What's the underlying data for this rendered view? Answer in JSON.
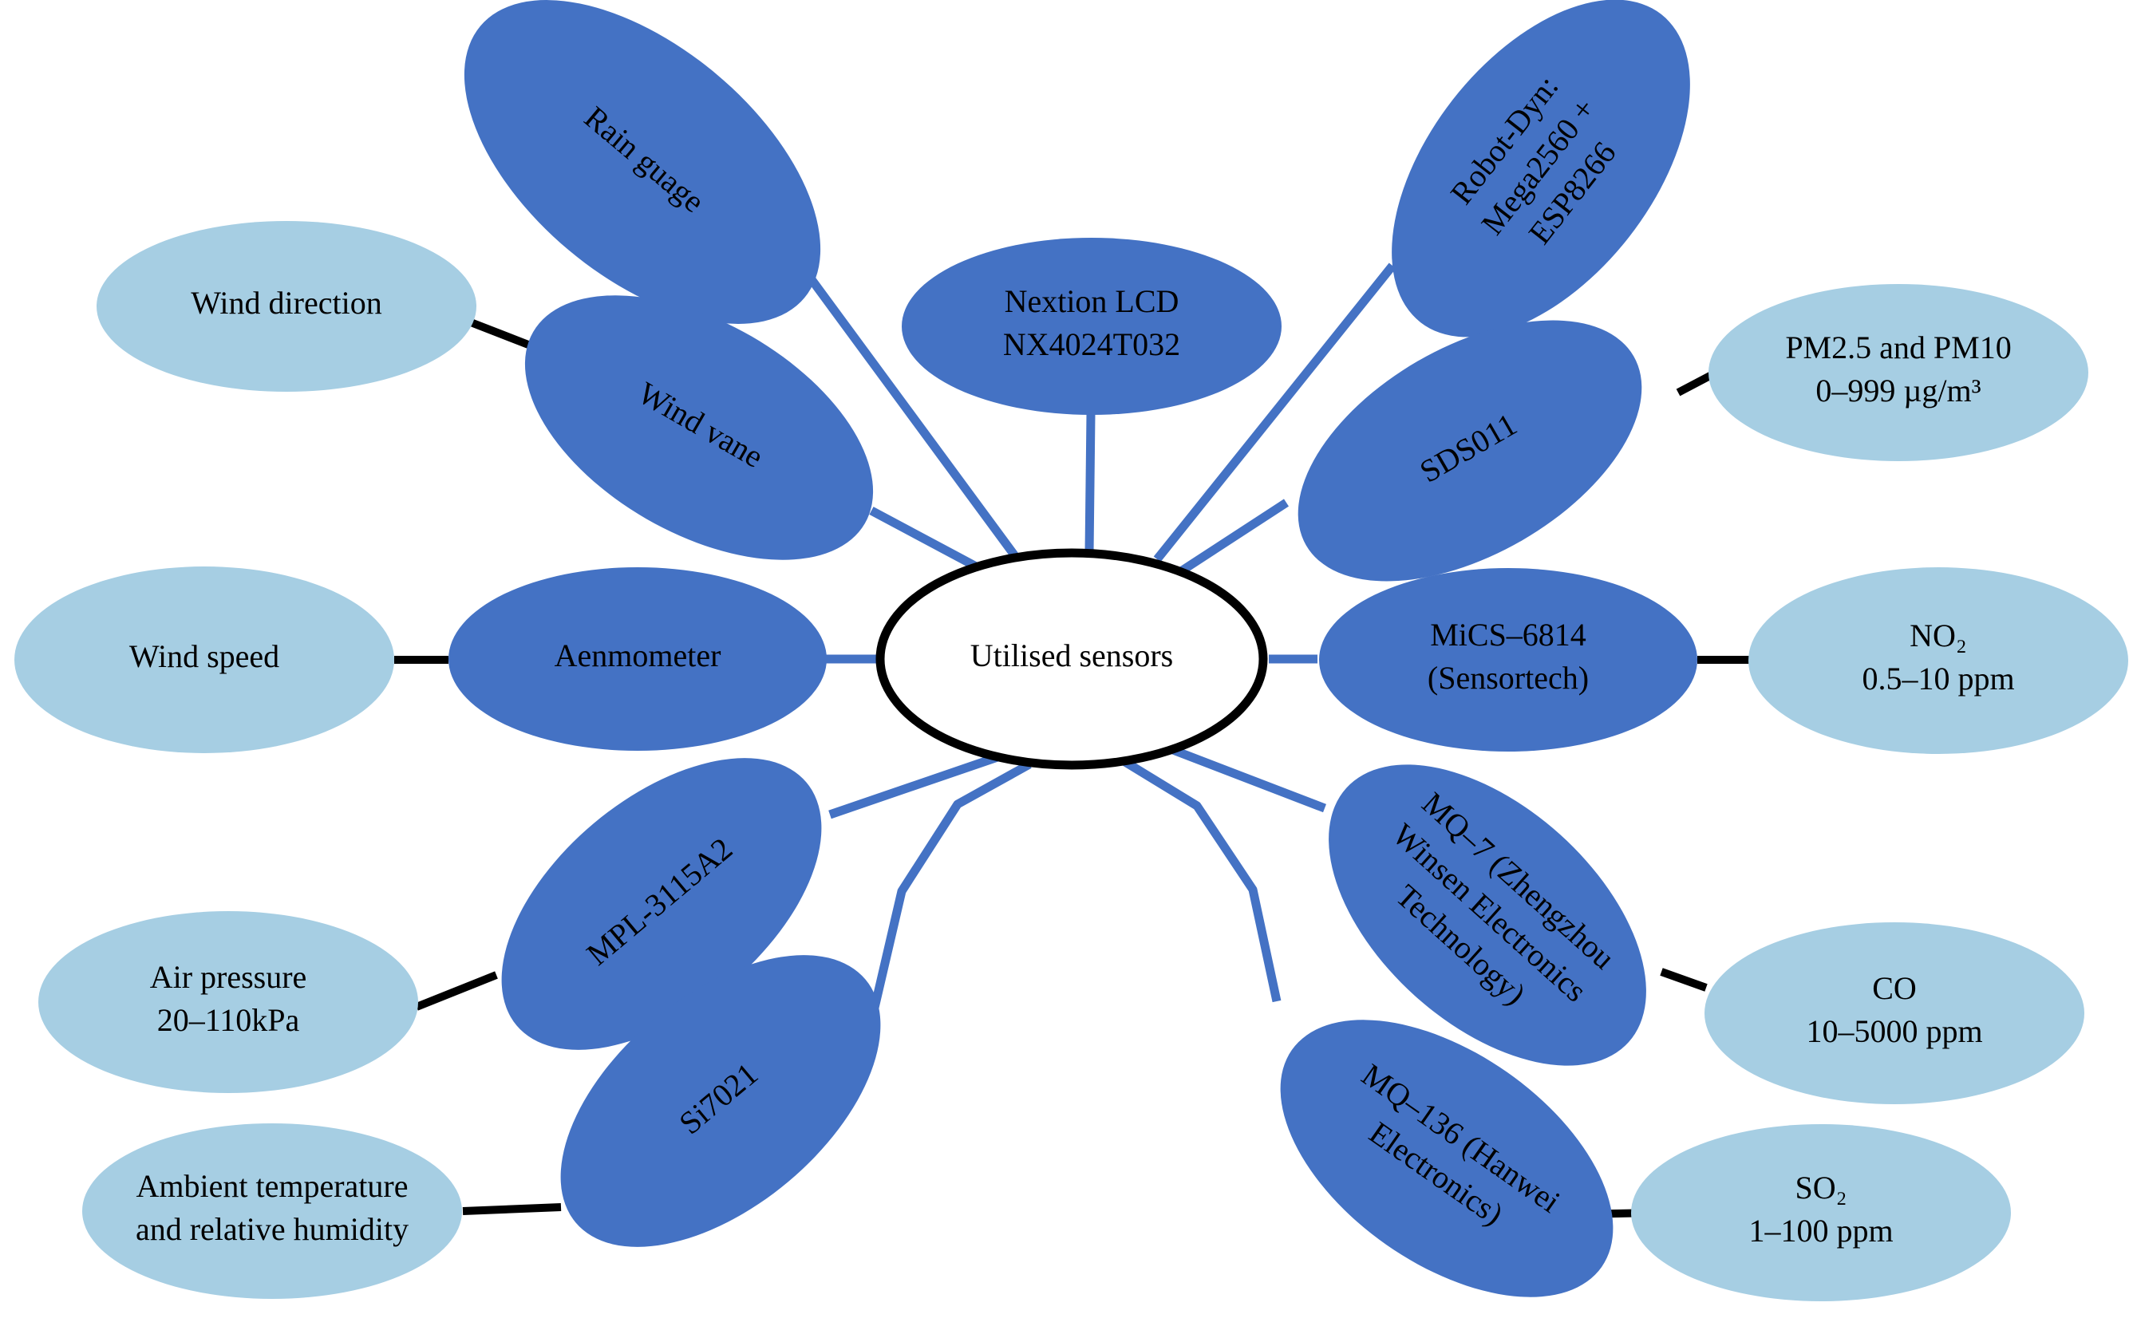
{
  "diagram": {
    "center": {
      "lines": [
        "Utilised sensors"
      ]
    },
    "nodes": [
      {
        "id": "rain-gauge",
        "kind": "sensor",
        "lines": [
          "Rain guage"
        ]
      },
      {
        "id": "nextion-lcd",
        "kind": "sensor",
        "lines": [
          "Nextion LCD",
          "NX4024T032"
        ]
      },
      {
        "id": "robot-dyn",
        "kind": "sensor",
        "lines": [
          "Robot-Dyn:",
          "Mega2560 +",
          "ESP8266"
        ]
      },
      {
        "id": "wind-vane",
        "kind": "sensor",
        "lines": [
          "Wind vane"
        ]
      },
      {
        "id": "sds011",
        "kind": "sensor",
        "lines": [
          "SDS011"
        ]
      },
      {
        "id": "aenmometer",
        "kind": "sensor",
        "lines": [
          "Aenmometer"
        ]
      },
      {
        "id": "mics-6814",
        "kind": "sensor",
        "lines": [
          "MiCS–6814",
          "(Sensortech)"
        ]
      },
      {
        "id": "mpl-3115a2",
        "kind": "sensor",
        "lines": [
          "MPL-3115A2"
        ]
      },
      {
        "id": "mq-7",
        "kind": "sensor",
        "lines": [
          "MQ–7 (Zhengzhou",
          "Winsen Electronics",
          "Technology)"
        ]
      },
      {
        "id": "si7021",
        "kind": "sensor",
        "lines": [
          "Si7021"
        ]
      },
      {
        "id": "mq-136",
        "kind": "sensor",
        "lines": [
          "MQ–136 (Hanwei",
          "Electronics)"
        ]
      },
      {
        "id": "wind-direction",
        "kind": "measurement",
        "lines": [
          "Wind direction"
        ]
      },
      {
        "id": "pm",
        "kind": "measurement",
        "lines": [
          "PM2.5 and PM10",
          "0–999 µg/m³"
        ]
      },
      {
        "id": "wind-speed",
        "kind": "measurement",
        "lines": [
          "Wind speed"
        ]
      },
      {
        "id": "no2",
        "kind": "measurement",
        "lines": [
          "NO₂",
          "0.5–10 ppm"
        ]
      },
      {
        "id": "air-pressure",
        "kind": "measurement",
        "lines": [
          "Air pressure",
          "20–110kPa"
        ]
      },
      {
        "id": "co",
        "kind": "measurement",
        "lines": [
          "CO",
          "10–5000 ppm"
        ]
      },
      {
        "id": "temp-humidity",
        "kind": "measurement",
        "lines": [
          "Ambient temperature",
          "and relative humidity"
        ]
      },
      {
        "id": "so2",
        "kind": "measurement",
        "lines": [
          "SO₂",
          "1–100 ppm"
        ]
      }
    ],
    "edges": [
      {
        "from": "center",
        "to": "rain-gauge"
      },
      {
        "from": "center",
        "to": "nextion-lcd"
      },
      {
        "from": "center",
        "to": "robot-dyn"
      },
      {
        "from": "center",
        "to": "wind-vane"
      },
      {
        "from": "center",
        "to": "sds011"
      },
      {
        "from": "center",
        "to": "aenmometer"
      },
      {
        "from": "center",
        "to": "mics-6814"
      },
      {
        "from": "center",
        "to": "mpl-3115a2"
      },
      {
        "from": "center",
        "to": "mq-7"
      },
      {
        "from": "center",
        "to": "si7021"
      },
      {
        "from": "center",
        "to": "mq-136"
      },
      {
        "from": "wind-vane",
        "to": "wind-direction"
      },
      {
        "from": "sds011",
        "to": "pm"
      },
      {
        "from": "aenmometer",
        "to": "wind-speed"
      },
      {
        "from": "mics-6814",
        "to": "no2"
      },
      {
        "from": "mpl-3115a2",
        "to": "air-pressure"
      },
      {
        "from": "mq-7",
        "to": "co"
      },
      {
        "from": "si7021",
        "to": "temp-humidity"
      },
      {
        "from": "mq-136",
        "to": "so2"
      }
    ],
    "colors": {
      "sensor_fill": "#4472c4",
      "measurement_fill": "#a6cee3",
      "center_fill": "#ffffff",
      "center_stroke": "#000000",
      "center_edge": "#4472c4",
      "measurement_edge": "#000000"
    }
  }
}
